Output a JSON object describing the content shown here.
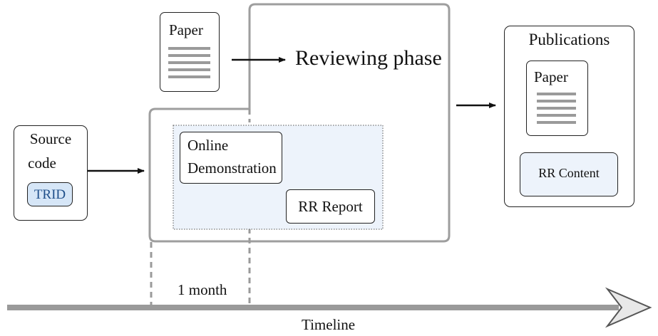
{
  "paper_doc": {
    "label": "Paper"
  },
  "review": {
    "label": "Reviewing phase"
  },
  "source": {
    "line1": "Source",
    "line2": "code",
    "badge": "TRID"
  },
  "demo": {
    "line1": "Online",
    "line2": "Demonstration"
  },
  "rr_report": {
    "label": "RR Report"
  },
  "publications": {
    "title": "Publications",
    "paper_label": "Paper",
    "rr_content": "RR Content"
  },
  "duration": {
    "label": "1 month"
  },
  "timeline": {
    "label": "Timeline"
  },
  "colors": {
    "frame_gray": "#9e9e9e",
    "highlight_fill": "#edf3fb",
    "badge_fill": "#d6e6f7",
    "badge_text": "#1f4f8a",
    "line_gray": "#9a9a9a"
  }
}
